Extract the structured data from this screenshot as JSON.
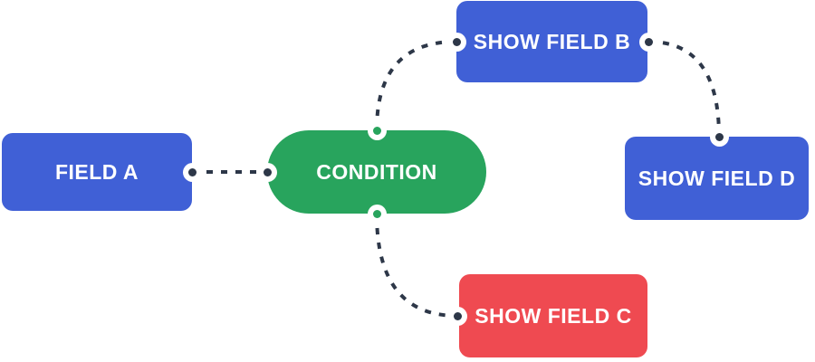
{
  "colors": {
    "node_blue": "#4060d6",
    "node_green": "#28a45d",
    "node_red": "#ef4a51",
    "connector": "#2d3748",
    "port_ring": "#ffffff",
    "port_dot_dark": "#2d3748",
    "port_dot_green": "#28a45d",
    "label_text": "#ffffff",
    "background": "#ffffff"
  },
  "nodes": {
    "field_a": {
      "label": "FIELD A",
      "color": "#4060d6",
      "shape": "rect"
    },
    "condition": {
      "label": "CONDITION",
      "color": "#28a45d",
      "shape": "pill"
    },
    "show_field_b": {
      "label": "SHOW FIELD B",
      "color": "#4060d6",
      "shape": "rect"
    },
    "show_field_d": {
      "label": "SHOW FIELD D",
      "color": "#4060d6",
      "shape": "rect"
    },
    "show_field_c": {
      "label": "SHOW FIELD C",
      "color": "#ef4a51",
      "shape": "rect"
    }
  },
  "ports": [
    {
      "node": "field_a",
      "side": "right",
      "dot": "#2d3748"
    },
    {
      "node": "condition",
      "side": "left",
      "dot": "#2d3748"
    },
    {
      "node": "condition",
      "side": "top",
      "dot": "#28a45d"
    },
    {
      "node": "condition",
      "side": "bottom",
      "dot": "#28a45d"
    },
    {
      "node": "show_field_b",
      "side": "left",
      "dot": "#2d3748"
    },
    {
      "node": "show_field_b",
      "side": "right",
      "dot": "#2d3748"
    },
    {
      "node": "show_field_d",
      "side": "top",
      "dot": "#2d3748"
    },
    {
      "node": "show_field_c",
      "side": "left",
      "dot": "#2d3748"
    }
  ],
  "edges": [
    {
      "from": "field_a",
      "to": "condition",
      "style": "dashed"
    },
    {
      "from": "condition",
      "to": "show_field_b",
      "style": "dashed"
    },
    {
      "from": "condition",
      "to": "show_field_c",
      "style": "dashed"
    },
    {
      "from": "show_field_b",
      "to": "show_field_d",
      "style": "dashed"
    }
  ]
}
